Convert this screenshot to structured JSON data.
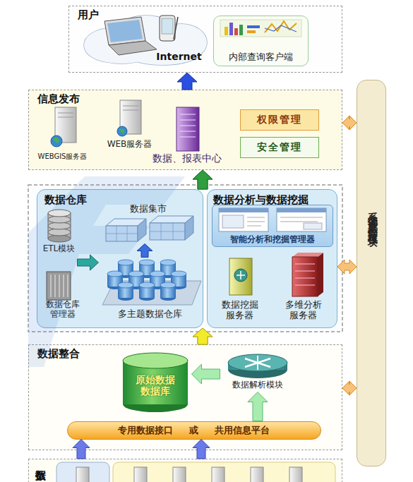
{
  "diagram": {
    "nodes": [
      {
        "text": [
          "用户"
        ]
      },
      {
        "text": [
          "Internet"
        ],
        "in": 0
      },
      {
        "text": [
          "内部查询客户端"
        ],
        "in": 0
      },
      {
        "text": [
          "信息发布"
        ]
      },
      {
        "text": [
          "WEBGIS服务器"
        ],
        "in": 3
      },
      {
        "text": [
          "WEB服务器"
        ],
        "in": 3
      },
      {
        "text": [
          "数据、报表中心"
        ],
        "in": 3
      },
      {
        "text": [
          "权限管理"
        ],
        "in": 3
      },
      {
        "text": [
          "安全管理"
        ],
        "in": 3
      },
      {
        "text": [
          "数据仓库"
        ]
      },
      {
        "text": [
          "数据集市"
        ],
        "in": 9
      },
      {
        "text": [
          "ETL模块"
        ],
        "in": 9
      },
      {
        "text": [
          "数据仓库管理器"
        ],
        "in": 9
      },
      {
        "text": [
          "多主题数据仓库"
        ],
        "in": 9
      },
      {
        "text": [
          "数据分析与数据挖掘"
        ]
      },
      {
        "text": [
          "智能分析和挖掘管理器"
        ],
        "in": 14
      },
      {
        "text": [
          "数据挖掘服务器"
        ],
        "in": 14
      },
      {
        "text": [
          "多维分析服务器"
        ],
        "in": 14
      },
      {
        "text": [
          "数据整合"
        ]
      },
      {
        "text": [
          "原始数据数据库"
        ],
        "in": 18
      },
      {
        "text": [
          "数据解析模块"
        ],
        "in": 18
      },
      {
        "text": [
          "专用数据接口 或 共用信息平台"
        ],
        "in": 18
      },
      {
        "text": [
          "系统调度监控管理模块"
        ]
      },
      {
        "text": [
          "数据"
        ]
      }
    ],
    "edges": [
      {
        "from": 3,
        "to": 0,
        "arrow": "to"
      },
      {
        "from": 9,
        "to": 3,
        "arrow": "to"
      },
      {
        "from": 14,
        "to": 3,
        "arrow": "to"
      },
      {
        "from": 18,
        "to": 9,
        "arrow": "to"
      },
      {
        "from": 18,
        "to": 14,
        "arrow": "to"
      },
      {
        "from": 11,
        "to": 13,
        "arrow": "to"
      },
      {
        "from": 13,
        "to": 10,
        "arrow": "to"
      },
      {
        "from": 21,
        "to": 20,
        "arrow": "to"
      },
      {
        "from": 20,
        "to": 19,
        "arrow": "to"
      },
      {
        "from": 22,
        "to": 3,
        "arrow": "both"
      },
      {
        "from": 22,
        "to": 14,
        "arrow": "both"
      },
      {
        "from": 22,
        "to": 18,
        "arrow": "both"
      },
      {
        "from": 23,
        "to": 21,
        "arrow": "to"
      },
      {
        "from": 23,
        "to": 21,
        "arrow": "to"
      }
    ]
  }
}
